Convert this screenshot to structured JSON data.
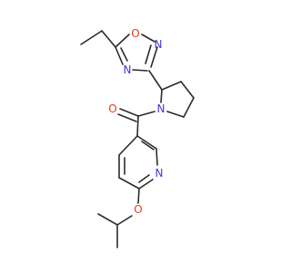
{
  "colors": {
    "bond": "#2b2b2b",
    "nitrogen": "#3a3ae0",
    "oxygen": "#e83a1f"
  },
  "atoms": {
    "oxadiazole_O": "O",
    "oxadiazole_N_upper": "N",
    "oxadiazole_N_lower": "N",
    "pyrrolidine_N": "N",
    "carbonyl_O": "O",
    "pyridine_N": "N",
    "ether_O": "O"
  }
}
